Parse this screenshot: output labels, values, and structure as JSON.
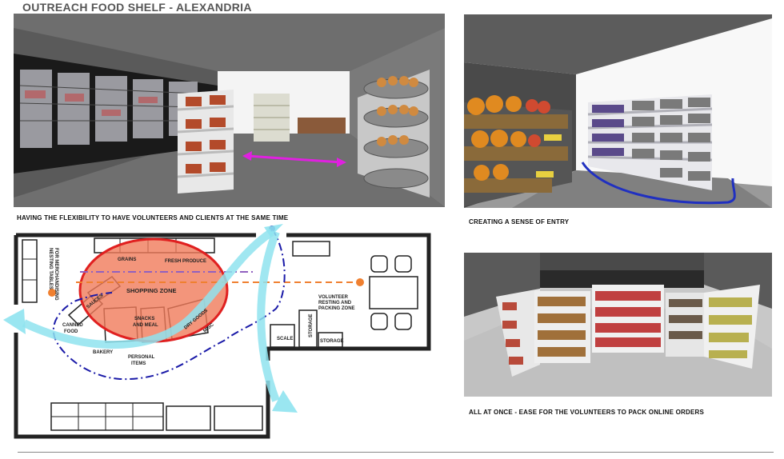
{
  "header": {
    "title": "OUTREACH FOOD SHELF  - ALEXANDRIA"
  },
  "captions": {
    "main": "HAVING THE FLEXIBILITY TO HAVE VOLUNTEERS AND CLIENTS AT THE SAME TIME",
    "top_right": "CREATING A SENSE OF ENTRY",
    "bottom_right": "ALL AT ONCE - EASE FOR THE VOLUNTEERS TO PACK ONLINE ORDERS"
  },
  "floor_plan": {
    "labels": {
      "grains": "GRAINS",
      "fresh_produce": "FRESH PRODUCE",
      "shopping_zone": "SHOPPING ZONE",
      "snacks_line1": "SNACKS",
      "snacks_line2": "AND MEAL",
      "bakery": "BAKERY",
      "canned_line1": "CANNED",
      "canned_line2": "FOOD",
      "personal_line1": "PERSONAL",
      "personal_line2": "ITEMS",
      "nesting_line1": "NESTING TABLES",
      "nesting_line2": "FOR MERCHANDISING",
      "dry_goods": "DRY GOODS",
      "misc": "MISC",
      "sauces": "SAUCES",
      "volunteer_line1": "VOLUNTEER",
      "volunteer_line2": "RESTING AND",
      "volunteer_line3": "PACKING ZONE",
      "storage_vertical": "STORAGE",
      "storage": "STORAGE",
      "scale": "SCALE"
    },
    "colors": {
      "shopping_zone_fill": "#f07a5a",
      "shopping_zone_stroke": "#e02020",
      "flow_arrow": "#8fe3ef",
      "path_blue": "#1a1aa8",
      "path_orange": "#f08030",
      "path_purple": "#9060c0"
    }
  },
  "renders": {
    "top_left": {
      "arrow_color": "#e020e0"
    },
    "top_right": {
      "path_color": "#2030c0"
    }
  }
}
